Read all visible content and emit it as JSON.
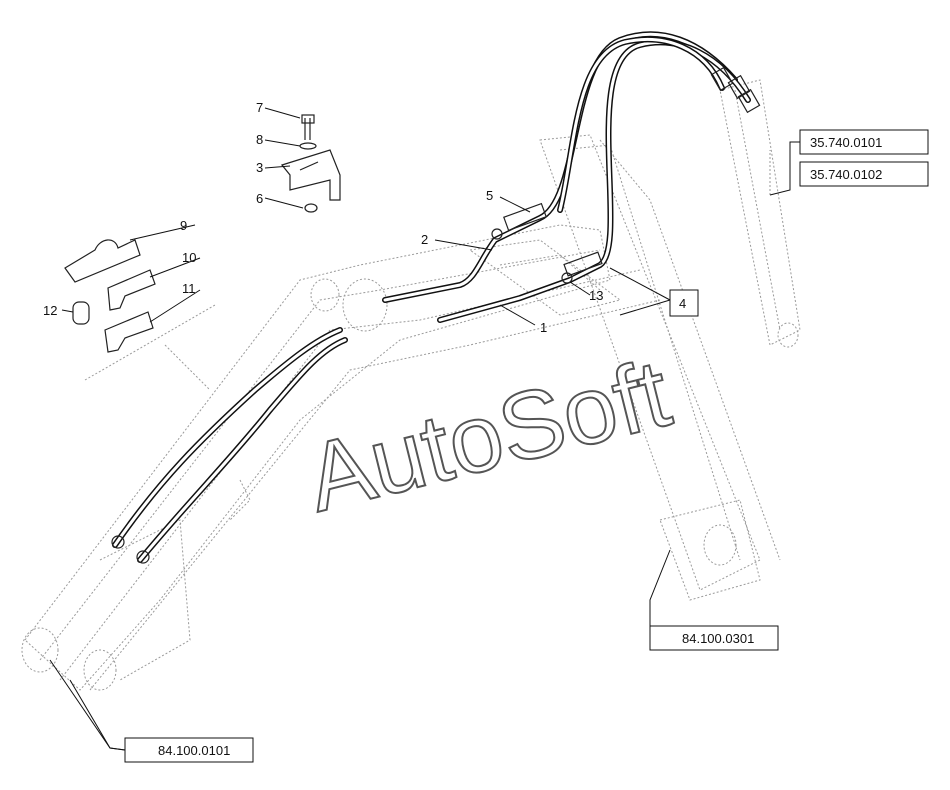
{
  "watermark": "AutoSoft",
  "callouts": {
    "c1": "1",
    "c2": "2",
    "c3": "3",
    "c4": "4",
    "c5": "5",
    "c6": "6",
    "c7": "7",
    "c8": "8",
    "c9": "9",
    "c10": "10",
    "c11": "11",
    "c12": "12",
    "c13": "13"
  },
  "references": {
    "ref_35_740_0101": "35.740.0101",
    "ref_35_740_0102": "35.740.0102",
    "ref_84_100_0301": "84.100.0301",
    "ref_84_100_0101": "84.100.0101"
  }
}
